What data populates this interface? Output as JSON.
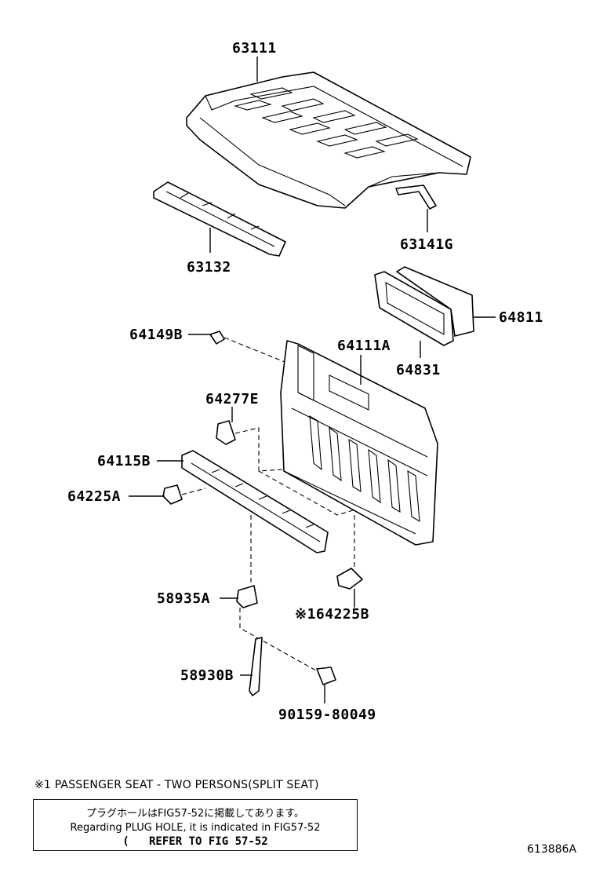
{
  "callouts": {
    "p63111": "63111",
    "p63141g": "63141G",
    "p63132": "63132",
    "p64811": "64811",
    "p64831": "64831",
    "p64149b": "64149B",
    "p64111a": "64111A",
    "p64277e": "64277E",
    "p64115b": "64115B",
    "p64225a": "64225A",
    "p64225b": "※164225B",
    "p58935a": "58935A",
    "p58930b": "58930B",
    "p9015980049": "90159-80049"
  },
  "footnote": "※1 PASSENGER SEAT - TWO PERSONS(SPLIT SEAT)",
  "reference_box": {
    "line_jp": "プラグホールはFIG57-52に掲載してあります。",
    "line_en": "Regarding PLUG HOLE, it is indicated in FIG57-52",
    "line_ref": "(   REFER TO FIG 57-52"
  },
  "figure_id": "613886A"
}
